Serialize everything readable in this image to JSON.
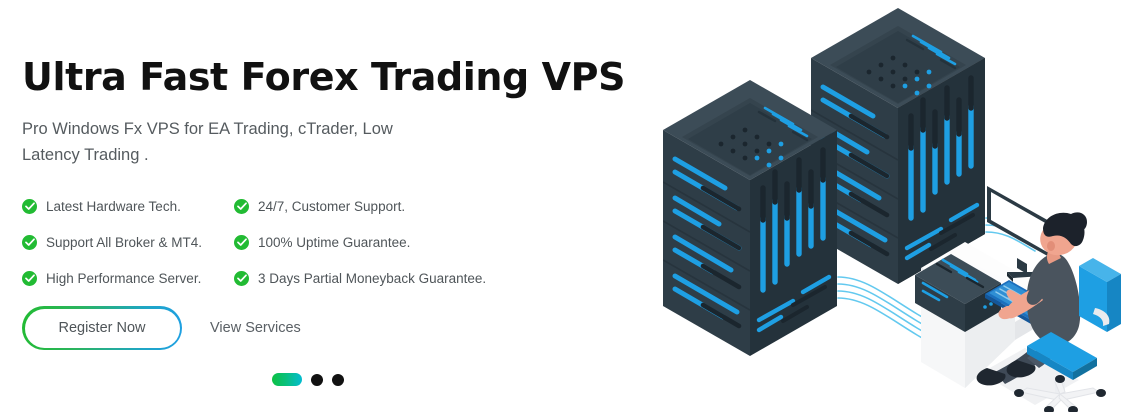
{
  "hero": {
    "headline": "Ultra Fast Forex Trading VPS",
    "subhead": "Pro Windows Fx VPS for EA Trading, cTrader, Low Latency Trading .",
    "features": [
      {
        "label": "Latest Hardware Tech.",
        "icon": "check-circle-icon"
      },
      {
        "label": "24/7, Customer Support.",
        "icon": "check-circle-icon"
      },
      {
        "label": "Support All Broker & MT4.",
        "icon": "check-circle-icon"
      },
      {
        "label": "100% Uptime Guarantee.",
        "icon": "check-circle-icon"
      },
      {
        "label": "High Performance Server.",
        "icon": "check-circle-icon"
      },
      {
        "label": "3 Days Partial Moneyback Guarantee.",
        "icon": "check-circle-icon"
      }
    ],
    "cta": {
      "primary_label": "Register Now",
      "secondary_label": "View Services"
    },
    "carousel": {
      "slide_count": 3,
      "active_index": 0
    },
    "illustration": {
      "name": "isometric-datacenter-illustration",
      "elements": [
        "server-rack-front",
        "server-rack-back",
        "network-cables",
        "desk",
        "desktop-monitor",
        "keyboard",
        "mini-server-box",
        "person-seated",
        "office-chair"
      ]
    },
    "colors": {
      "heading": "#111111",
      "body_text": "#555b5f",
      "feature_text": "#4f5559",
      "check_green": "#22bb33",
      "gradient_start": "#22bb33",
      "gradient_end": "#1e9fe3",
      "dot_active_start": "#0cc143",
      "dot_active_end": "#03bcd0",
      "dot_inactive": "#111111",
      "background": "#ffffff",
      "server_dark": "#2b3a44",
      "server_darker": "#1f2b33",
      "led_blue": "#1e9fe3",
      "chair_blue": "#1e9fe3",
      "desk_white": "#f2f3f5"
    }
  }
}
